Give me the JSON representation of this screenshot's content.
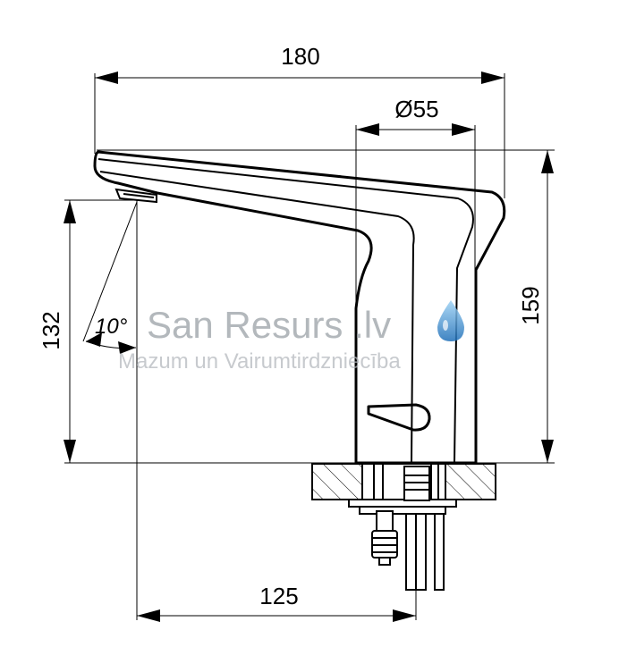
{
  "dimensions": {
    "overall_length": "180",
    "base_diameter": "Ø55",
    "total_height": "159",
    "spout_height": "132",
    "spout_reach": "125",
    "spout_angle": "10°"
  },
  "watermark": {
    "brand": "San Resurs .lv",
    "tagline": "Mazum un Vairumtirdzniecība",
    "drop_icon": "water-drop-icon",
    "drop_color": "#2d8fd5"
  }
}
